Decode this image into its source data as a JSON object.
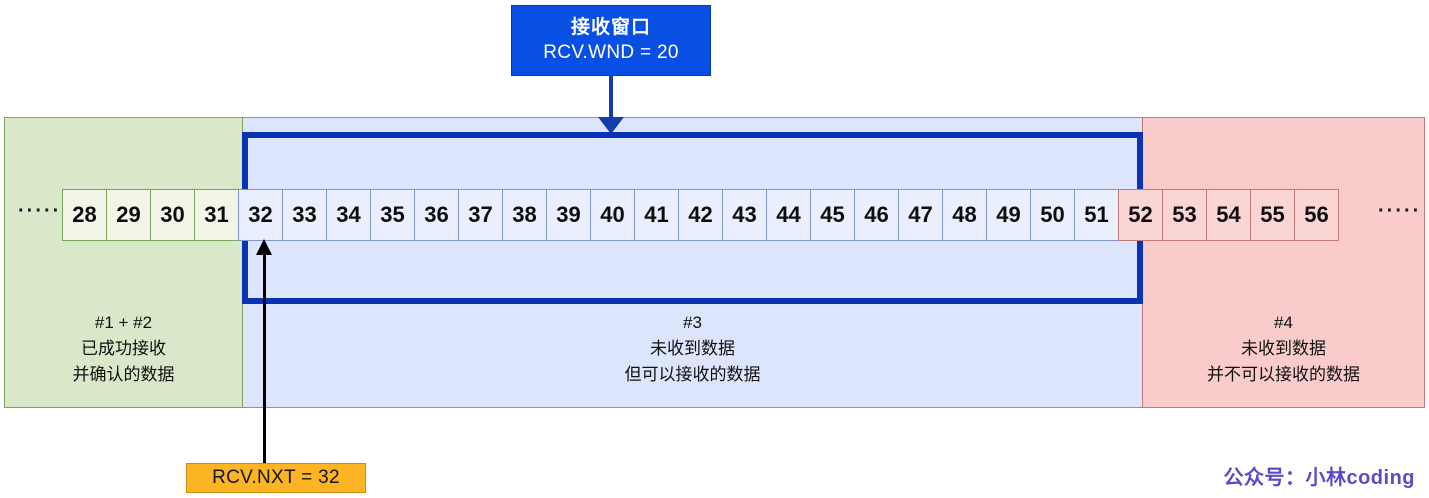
{
  "diagram": {
    "title": "TCP receive window sequence diagram",
    "colors": {
      "window_box": "#0A4FE3",
      "window_outline": "#0A33B4",
      "received_section": "#D8E8C9",
      "receivable_section": "#DCE5FB",
      "not_receivable_section": "#FACBCB",
      "nxt_badge": "#FCB422",
      "watermark": "#5B4BC6"
    }
  },
  "callout": {
    "title": "接收窗口",
    "value": "RCV.WND = 20",
    "arrow_icon": "down-arrow-icon"
  },
  "sections": [
    {
      "id": "received",
      "tag": "#1 + #2",
      "caption": "已成功接收\n并确认的数据",
      "full_caption": "#1 + #2\n已成功接收\n并确认的数据"
    },
    {
      "id": "receivable",
      "tag": "#3",
      "caption": "未收到数据\n但可以接收的数据",
      "full_caption": "#3\n未收到数据\n但可以接收的数据"
    },
    {
      "id": "not-receivable",
      "tag": "#4",
      "caption": "未收到数据\n并不可以接收的数据",
      "full_caption": "#4\n未收到数据\n并不可以接收的数据"
    }
  ],
  "ellipsis": {
    "left": "·····",
    "right": "·····"
  },
  "cells": [
    {
      "value": "28",
      "kind": "green"
    },
    {
      "value": "29",
      "kind": "green"
    },
    {
      "value": "30",
      "kind": "green"
    },
    {
      "value": "31",
      "kind": "green"
    },
    {
      "value": "32",
      "kind": "blue"
    },
    {
      "value": "33",
      "kind": "blue"
    },
    {
      "value": "34",
      "kind": "blue"
    },
    {
      "value": "35",
      "kind": "blue"
    },
    {
      "value": "36",
      "kind": "blue"
    },
    {
      "value": "37",
      "kind": "blue"
    },
    {
      "value": "38",
      "kind": "blue"
    },
    {
      "value": "39",
      "kind": "blue"
    },
    {
      "value": "40",
      "kind": "blue"
    },
    {
      "value": "41",
      "kind": "blue"
    },
    {
      "value": "42",
      "kind": "blue"
    },
    {
      "value": "43",
      "kind": "blue"
    },
    {
      "value": "44",
      "kind": "blue"
    },
    {
      "value": "45",
      "kind": "blue"
    },
    {
      "value": "46",
      "kind": "blue"
    },
    {
      "value": "47",
      "kind": "blue"
    },
    {
      "value": "48",
      "kind": "blue"
    },
    {
      "value": "49",
      "kind": "blue"
    },
    {
      "value": "50",
      "kind": "blue"
    },
    {
      "value": "51",
      "kind": "blue"
    },
    {
      "value": "52",
      "kind": "red"
    },
    {
      "value": "53",
      "kind": "red"
    },
    {
      "value": "54",
      "kind": "red"
    },
    {
      "value": "55",
      "kind": "red"
    },
    {
      "value": "56",
      "kind": "red"
    }
  ],
  "pointer": {
    "label": "RCV.NXT = 32",
    "points_to_cell": "32",
    "arrow_icon": "up-arrow-icon"
  },
  "watermark": {
    "text": "公众号：小林coding"
  }
}
